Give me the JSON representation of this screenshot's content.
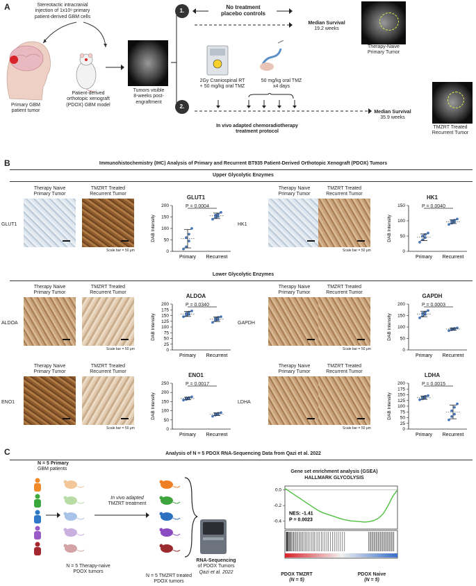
{
  "panel_a": {
    "label": "A",
    "injection_text": [
      "Stereotactic intracranial",
      "injection of 1x10⁶ primary",
      "patient-derived GBM cells"
    ],
    "patient_text": [
      "Primary GBM",
      "patient tumor"
    ],
    "pdox_text": [
      "Patient-derived",
      "orthotopic xenograft",
      "(PDOX) GBM model"
    ],
    "pdox_bold": "PDOX",
    "tumor_visible_text": [
      "Tumors visible",
      "8-weeks post-",
      "engraftment"
    ],
    "arm1_num": "1.",
    "arm1_title": [
      "No treatment",
      "placebo controls"
    ],
    "arm1_survival_label": "Median Survival",
    "arm1_survival_value": "19.2 weeks",
    "arm1_image_caption": [
      "Therapy-Naive",
      "Primary Tumor"
    ],
    "arm2_num": "2.",
    "rt_text": [
      "2Gy Craniospinal RT",
      "+ 50 mg/kg oral TMZ"
    ],
    "tmz_text": [
      "50 mg/kg oral TMZ",
      "x4 days"
    ],
    "protocol_text": [
      "In vivo adapted chemoradiotherapy",
      "treatment protocol"
    ],
    "protocol_italic": "In vivo",
    "arm2_survival_label": "Median Survival",
    "arm2_survival_value": "35.9 weeks",
    "arm2_image_caption": [
      "TMZRT Treated",
      "Recurrent Tumor"
    ]
  },
  "panel_b": {
    "label": "B",
    "title": "Immunohistochemistry (IHC) Analysis of Primary and Recurrent BT935 Patient-Derived Orthotopic Xenograft (PDOX) Tumors",
    "upper_header": "Upper Glycolytic Enzymes",
    "lower_header": "Lower Glycolytic Enzymes",
    "col_naive": [
      "Therapy Naive",
      "Primary Tumor"
    ],
    "col_treated": [
      "TMZRT Treated",
      "Recurrent Tumor"
    ],
    "scale_bar": "Scale bar = 50 μm"
  },
  "chart_data": [
    {
      "type": "scatter",
      "title": "GLUT1",
      "ylabel": "DAB Intensity",
      "categories": [
        "Primary",
        "Recurrent"
      ],
      "ylim": [
        0,
        200
      ],
      "yticks": [
        0,
        50,
        100,
        150,
        200
      ],
      "p_value": "P = 0.0004",
      "series": [
        {
          "values": [
            [
              10,
              20,
              45,
              60,
              75,
              100
            ],
            [
              140,
              148,
              152,
              158,
              162,
              170
            ]
          ]
        }
      ],
      "mean": [
        55,
        155
      ],
      "sd": [
        40,
        12
      ]
    },
    {
      "type": "scatter",
      "title": "HK1",
      "ylabel": "DAB Intensity",
      "categories": [
        "Primary",
        "Recurrent"
      ],
      "ylim": [
        0,
        150
      ],
      "yticks": [
        0,
        50,
        100,
        150
      ],
      "p_value": "P = 0.0040",
      "series": [
        {
          "values": [
            [
              30,
              38,
              45,
              50,
              55,
              60
            ],
            [
              88,
              92,
              96,
              100,
              102,
              106
            ]
          ]
        }
      ],
      "mean": [
        46,
        97
      ],
      "sd": [
        11,
        6
      ]
    },
    {
      "type": "scatter",
      "title": "ALDOA",
      "ylabel": "DAB Intensity",
      "categories": [
        "Primary",
        "Recurrent"
      ],
      "ylim": [
        0,
        200
      ],
      "yticks": [
        0,
        25,
        50,
        75,
        100,
        125,
        150,
        175,
        200
      ],
      "p_value": "P = 0.0340",
      "series": [
        {
          "values": [
            [
              145,
              150,
              155,
              160,
              165,
              170
            ],
            [
              120,
              128,
              132,
              138,
              142,
              145
            ]
          ]
        }
      ],
      "mean": [
        157,
        134
      ],
      "sd": [
        11,
        10
      ]
    },
    {
      "type": "scatter",
      "title": "GAPDH",
      "ylabel": "DAB Intensity",
      "categories": [
        "Primary",
        "Recurrent"
      ],
      "ylim": [
        0,
        200
      ],
      "yticks": [
        0,
        50,
        100,
        150,
        200
      ],
      "p_value": "P = 0.0003",
      "series": [
        {
          "values": [
            [
              140,
              148,
              155,
              160,
              165,
              172
            ],
            [
              84,
              88,
              90,
              92,
              94,
              96
            ]
          ]
        }
      ],
      "mean": [
        157,
        91
      ],
      "sd": [
        12,
        5
      ]
    },
    {
      "type": "scatter",
      "title": "ENO1",
      "ylabel": "DAB Intensity",
      "categories": [
        "Primary",
        "Recurrent"
      ],
      "ylim": [
        0,
        250
      ],
      "yticks": [
        0,
        50,
        100,
        150,
        200,
        250
      ],
      "p_value": "P = 0.0017",
      "series": [
        {
          "values": [
            [
              158,
              162,
              166,
              170,
              172,
              176
            ],
            [
              70,
              76,
              80,
              84,
              86,
              90
            ]
          ]
        }
      ],
      "mean": [
        167,
        81
      ],
      "sd": [
        7,
        7
      ]
    },
    {
      "type": "scatter",
      "title": "LDHA",
      "ylabel": "DAB Intensity",
      "categories": [
        "Primary",
        "Recurrent"
      ],
      "ylim": [
        0,
        200
      ],
      "yticks": [
        0,
        25,
        50,
        75,
        100,
        125,
        150,
        175,
        200
      ],
      "p_value": "P = 0.0015",
      "series": [
        {
          "values": [
            [
              128,
              132,
              136,
              140,
              143,
              146
            ],
            [
              40,
              55,
              65,
              80,
              95,
              110
            ]
          ]
        }
      ],
      "mean": [
        137,
        75
      ],
      "sd": [
        7,
        30
      ]
    },
    {
      "type": "line",
      "title": "HALLMARK GLYCOLYSIS",
      "subtitle": "Gene set enrichment analysis (GSEA)",
      "yticks": [
        0.0,
        -0.2,
        -0.4
      ],
      "ylim": [
        -0.5,
        0.05
      ],
      "series": [
        {
          "values": [
            0.02,
            -0.02,
            -0.06,
            -0.1,
            -0.14,
            -0.18,
            -0.22,
            -0.26,
            -0.29,
            -0.31,
            -0.33,
            -0.35,
            -0.37,
            -0.385,
            -0.395,
            -0.4,
            -0.405,
            -0.41,
            -0.405,
            -0.39,
            -0.36,
            -0.3,
            -0.2,
            -0.08,
            0.0
          ]
        }
      ],
      "annotations": [
        "NES: -1.41",
        "P = 0.0023"
      ],
      "x_labels": [
        "PDOX TMZRT",
        "PDOX Naive"
      ],
      "x_sublabels": [
        "(N = 5)",
        "(N = 5)"
      ]
    }
  ],
  "rows": [
    {
      "enzyme": "GLUT1",
      "chart": 0
    },
    {
      "enzyme": "HK1",
      "chart": 1
    },
    {
      "enzyme": "ALDOA",
      "chart": 2
    },
    {
      "enzyme": "GAPDH",
      "chart": 3
    },
    {
      "enzyme": "ENO1",
      "chart": 4
    },
    {
      "enzyme": "LDHA",
      "chart": 5
    }
  ],
  "panel_c": {
    "label": "C",
    "title": "Analysis of N = 5 PDOX RNA-Sequencing Data from Qazi et al. 2022",
    "patients_text": [
      "N = 5 Primary",
      "GBM patients"
    ],
    "patients_bold": "N = 5",
    "adapted_text": [
      "In vivo adapted",
      "TMZRT treatment"
    ],
    "naive_text": [
      "N = 5 Therapy-naive",
      "PDOX tumors"
    ],
    "treated_text": [
      "N = 5 TMZRT treated",
      "PDOX tumors"
    ],
    "rnaseq_text": [
      "RNA-Sequencing",
      "of PDOX Tumors",
      "Qazi et al. 2022"
    ],
    "person_colors": [
      "#f08a2a",
      "#3aa83a",
      "#2f78c8",
      "#9a5ac8",
      "#a3282d"
    ],
    "mouse_light_colors": [
      "#f3c79a",
      "#b9dca7",
      "#a8c3e8",
      "#c9b0de",
      "#d4a3a6"
    ],
    "mouse_dark_colors": [
      "#ef7f24",
      "#3ea53e",
      "#2d6fc0",
      "#8a4cc0",
      "#9c2b30"
    ]
  }
}
